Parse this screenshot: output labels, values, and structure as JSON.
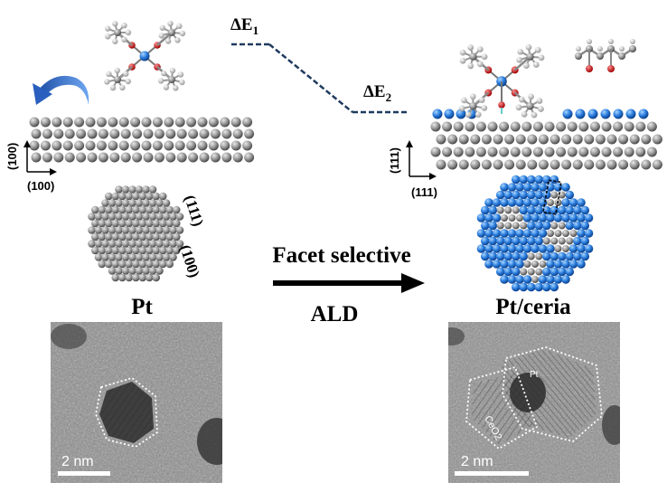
{
  "energy": {
    "e1": "ΔE",
    "e1_sub": "1",
    "e2": "ΔE",
    "e2_sub": "2"
  },
  "left_panel": {
    "surface_label": "(100)",
    "axis_vertical": "(100)",
    "axis_horizontal": "(100)",
    "facet_111": "(111)",
    "facet_100": "(100)",
    "particle_caption": "Pt",
    "tem_scale": "2 nm"
  },
  "right_panel": {
    "axis_vertical": "(111)",
    "axis_horizontal": "(111)",
    "particle_caption": "Pt/ceria",
    "tem_core_label": "Pt",
    "tem_shell_label": "CeO2",
    "tem_scale": "2 nm"
  },
  "process": {
    "line1": "Facet selective",
    "line2": "ALD"
  },
  "colors": {
    "pt_gray": "#8c8c8c",
    "ceria_blue": "#1e6fd0",
    "energy_line": "#1f3a5f",
    "oxygen_red": "#d42020",
    "arrow_blue": "#3a78d8"
  }
}
